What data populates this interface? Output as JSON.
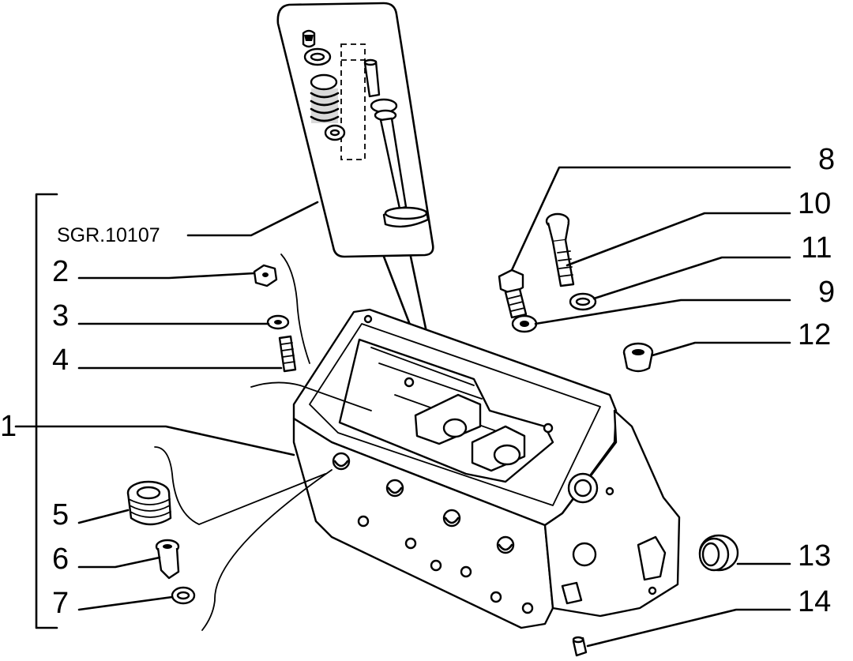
{
  "diagram": {
    "reference_code": "SGR.10107",
    "callouts": [
      {
        "id": "c1",
        "label": "1"
      },
      {
        "id": "c2",
        "label": "2"
      },
      {
        "id": "c3",
        "label": "3"
      },
      {
        "id": "c4",
        "label": "4"
      },
      {
        "id": "c5",
        "label": "5"
      },
      {
        "id": "c6",
        "label": "6"
      },
      {
        "id": "c7",
        "label": "7"
      },
      {
        "id": "c8",
        "label": "8"
      },
      {
        "id": "c9",
        "label": "9"
      },
      {
        "id": "c10",
        "label": "10"
      },
      {
        "id": "c11",
        "label": "11"
      },
      {
        "id": "c12",
        "label": "12"
      },
      {
        "id": "c13",
        "label": "13"
      },
      {
        "id": "c14",
        "label": "14"
      }
    ],
    "colors": {
      "ink": "#000000",
      "paper": "#ffffff"
    }
  }
}
